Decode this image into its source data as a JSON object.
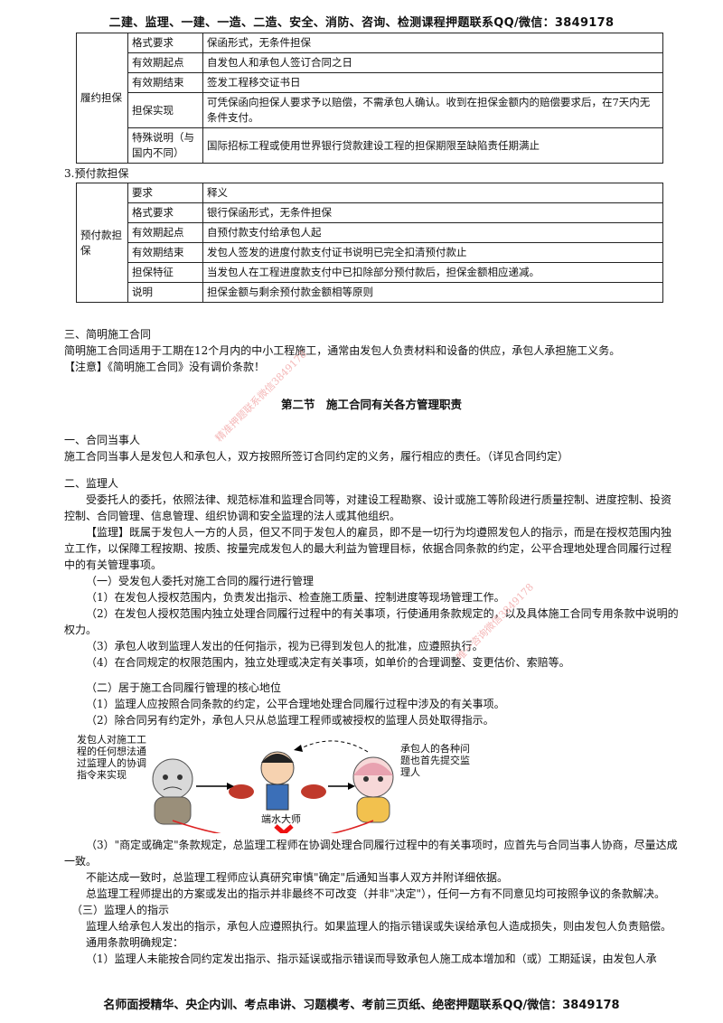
{
  "header": "二建、监理、一建、一造、二造、安全、消防、咨询、检测课程押题联系QQ/微信：3849178",
  "footer": "名师面授精华、央企内训、考点串讲、习题模考、考前三页纸、绝密押题联系QQ/微信：3849178",
  "table1": {
    "group": "履约担保",
    "rows": [
      {
        "k": "格式要求",
        "v": "保函形式，无条件担保"
      },
      {
        "k": "有效期起点",
        "v": "自发包人和承包人签订合同之日"
      },
      {
        "k": "有效期结束",
        "v": "签发工程移交证书日"
      },
      {
        "k": "担保实现",
        "v": "可凭保函向担保人要求予以赔偿，不需承包人确认。收到在担保金额内的赔偿要求后，在7天内无条件支付。"
      },
      {
        "k": "特殊说明（与国内不同）",
        "v": "国际招标工程或使用世界银行贷款建设工程的担保期限至缺陷责任期满止"
      }
    ]
  },
  "label2": "3.预付款担保",
  "table2": {
    "group": "预付款担保",
    "rows": [
      {
        "k": "要求",
        "v": "释义"
      },
      {
        "k": "格式要求",
        "v": "银行保函形式，无条件担保"
      },
      {
        "k": "有效期起点",
        "v": "自预付款支付给承包人起"
      },
      {
        "k": "有效期结束",
        "v": "发包人签发的进度付款支付证书说明已完全扣清预付款止"
      },
      {
        "k": "担保特征",
        "v": "当发包人在工程进度款支付中已扣除部分预付款后，担保金额相应递减。"
      },
      {
        "k": "说明",
        "v": "担保金额与剩余预付款金额相等原则"
      }
    ]
  },
  "s3": {
    "title": "三、简明施工合同",
    "p1": "简明施工合同适用于工期在12个月内的中小工程施工，通常由发包人负责材料和设备的供应，承包人承担施工义务。",
    "p2": "【注意】《简明施工合同》没有调价条款！"
  },
  "section_title": "第二节　施工合同有关各方管理职责",
  "s1": {
    "title": "一、合同当事人",
    "p1": "施工合同当事人是发包人和承包人，双方按照所签订合同约定的义务，履行相应的责任。（详见合同约定）"
  },
  "s2": {
    "title": "二、监理人",
    "p1": "受委托人的委托，依照法律、规范标准和监理合同等，对建设工程勘察、设计或施工等阶段进行质量控制、进度控制、投资控制、合同管理、信息管理、组织协调和安全监理的法人或其他组织。",
    "p2": "【监理】既属于发包人一方的人员，但又不同于发包人的雇员，即不是一切行为均遵照发包人的指示，而是在授权范围内独立工作，以保障工程按期、按质、按量完成发包人的最大利益为管理目标，依据合同条款的约定，公平合理地处理合同履行过程中的有关管理事项。",
    "sub1": "（一）受发包人委托对施工合同的履行进行管理",
    "i1": "（1）在发包人授权范围内，负责发出指示、检查施工质量、控制进度等现场管理工作。",
    "i2": "（2）在发包人授权范围内独立处理合同履行过程中的有关事项，行使通用条款规定的，以及具体施工合同专用条款中说明的权力。",
    "i3": "（3）承包人收到监理人发出的任何指示，视为已得到发包人的批准，应遵照执行。",
    "i4": "（4）在合同规定的权限范围内，独立处理或决定有关事项，如单价的合理调整、变更估价、索赔等。",
    "sub2": "（二）居于施工合同履行管理的核心地位",
    "j1": "（1）监理人应按照合同条款的约定，公平合理地处理合同履行过程中涉及的有关事项。",
    "j2": "（2）除合同另有约定外，承包人只从总监理工程师或被授权的监理人员处取得指示。",
    "illus": {
      "left": "发包人对施工工程的任何想法通过监理人的协调指令来实现",
      "middle": "端水大师",
      "right": "承包人的各种问题也首先提交监理人"
    },
    "j3": "（3）\"商定或确定\"条款规定，总监理工程师在协调处理合同履行过程中的有关事项时，应首先与合同当事人协商，尽量达成一致。",
    "j3b": "不能达成一致时，总监理工程师应认真研究审慎\"确定\"后通知当事人双方并附详细依据。",
    "j3c": "总监理工程师提出的方案或发出的指示并非最终不可改变（并非\"决定\"），任何一方有不同意见均可按照争议的条款解决。",
    "sub3": "（三）监理人的指示",
    "k1": "监理人给承包人发出的指示，承包人应遵照执行。如果监理人的指示错误或失误给承包人造成损失，则由发包人负责赔偿。",
    "k2": "通用条款明确规定：",
    "k3": "（1）监理人未能按合同约定发出指示、指示延误或指示错误而导致承包人施工成本增加和（或）工期延误，由发包人承"
  },
  "watermarks": [
    "精准押题联系微信3849178",
    "唯一咨询微信3849178"
  ]
}
